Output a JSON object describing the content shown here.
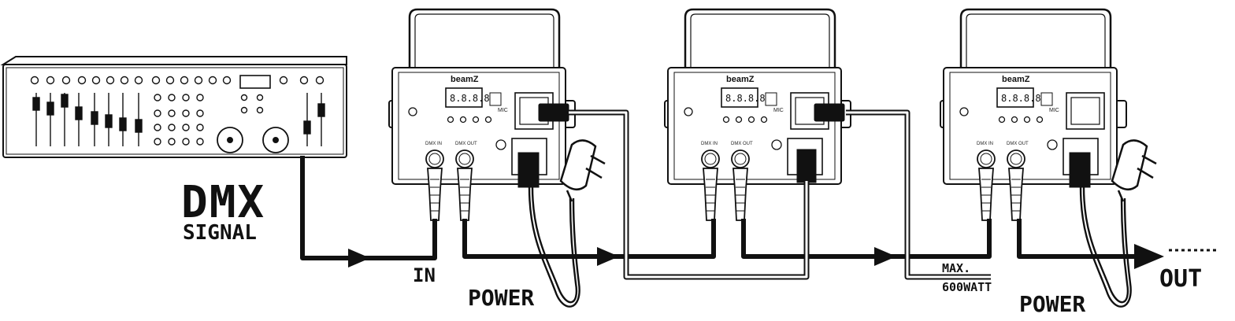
{
  "labels": {
    "dmx": "DMX",
    "signal": "SIGNAL",
    "in": "IN",
    "power_1": "POWER",
    "power_2": "POWER",
    "max": "MAX.",
    "watt": "600WATT",
    "out": "OUT"
  },
  "units": [
    {
      "brand": "beamZ",
      "display": "8.8.8.8",
      "dmx_in": "DMX IN",
      "dmx_out": "DMX OUT",
      "mic": "MIC"
    },
    {
      "brand": "beamZ",
      "display": "8.8.8.8",
      "dmx_in": "DMX IN",
      "dmx_out": "DMX OUT",
      "mic": "MIC"
    },
    {
      "brand": "beamZ",
      "display": "8.8.8.8",
      "dmx_in": "DMX IN",
      "dmx_out": "DMX OUT",
      "mic": "MIC"
    }
  ],
  "icons": {
    "controller": "dmx-controller-icon",
    "fixture": "light-fixture-icon",
    "xlr": "xlr-connector-icon",
    "plug": "schuko-plug-icon",
    "arrow": "arrow-right-icon"
  },
  "colors": {
    "line": "#111111",
    "paper": "#ffffff",
    "cable_gray": "#9a9a9a"
  }
}
